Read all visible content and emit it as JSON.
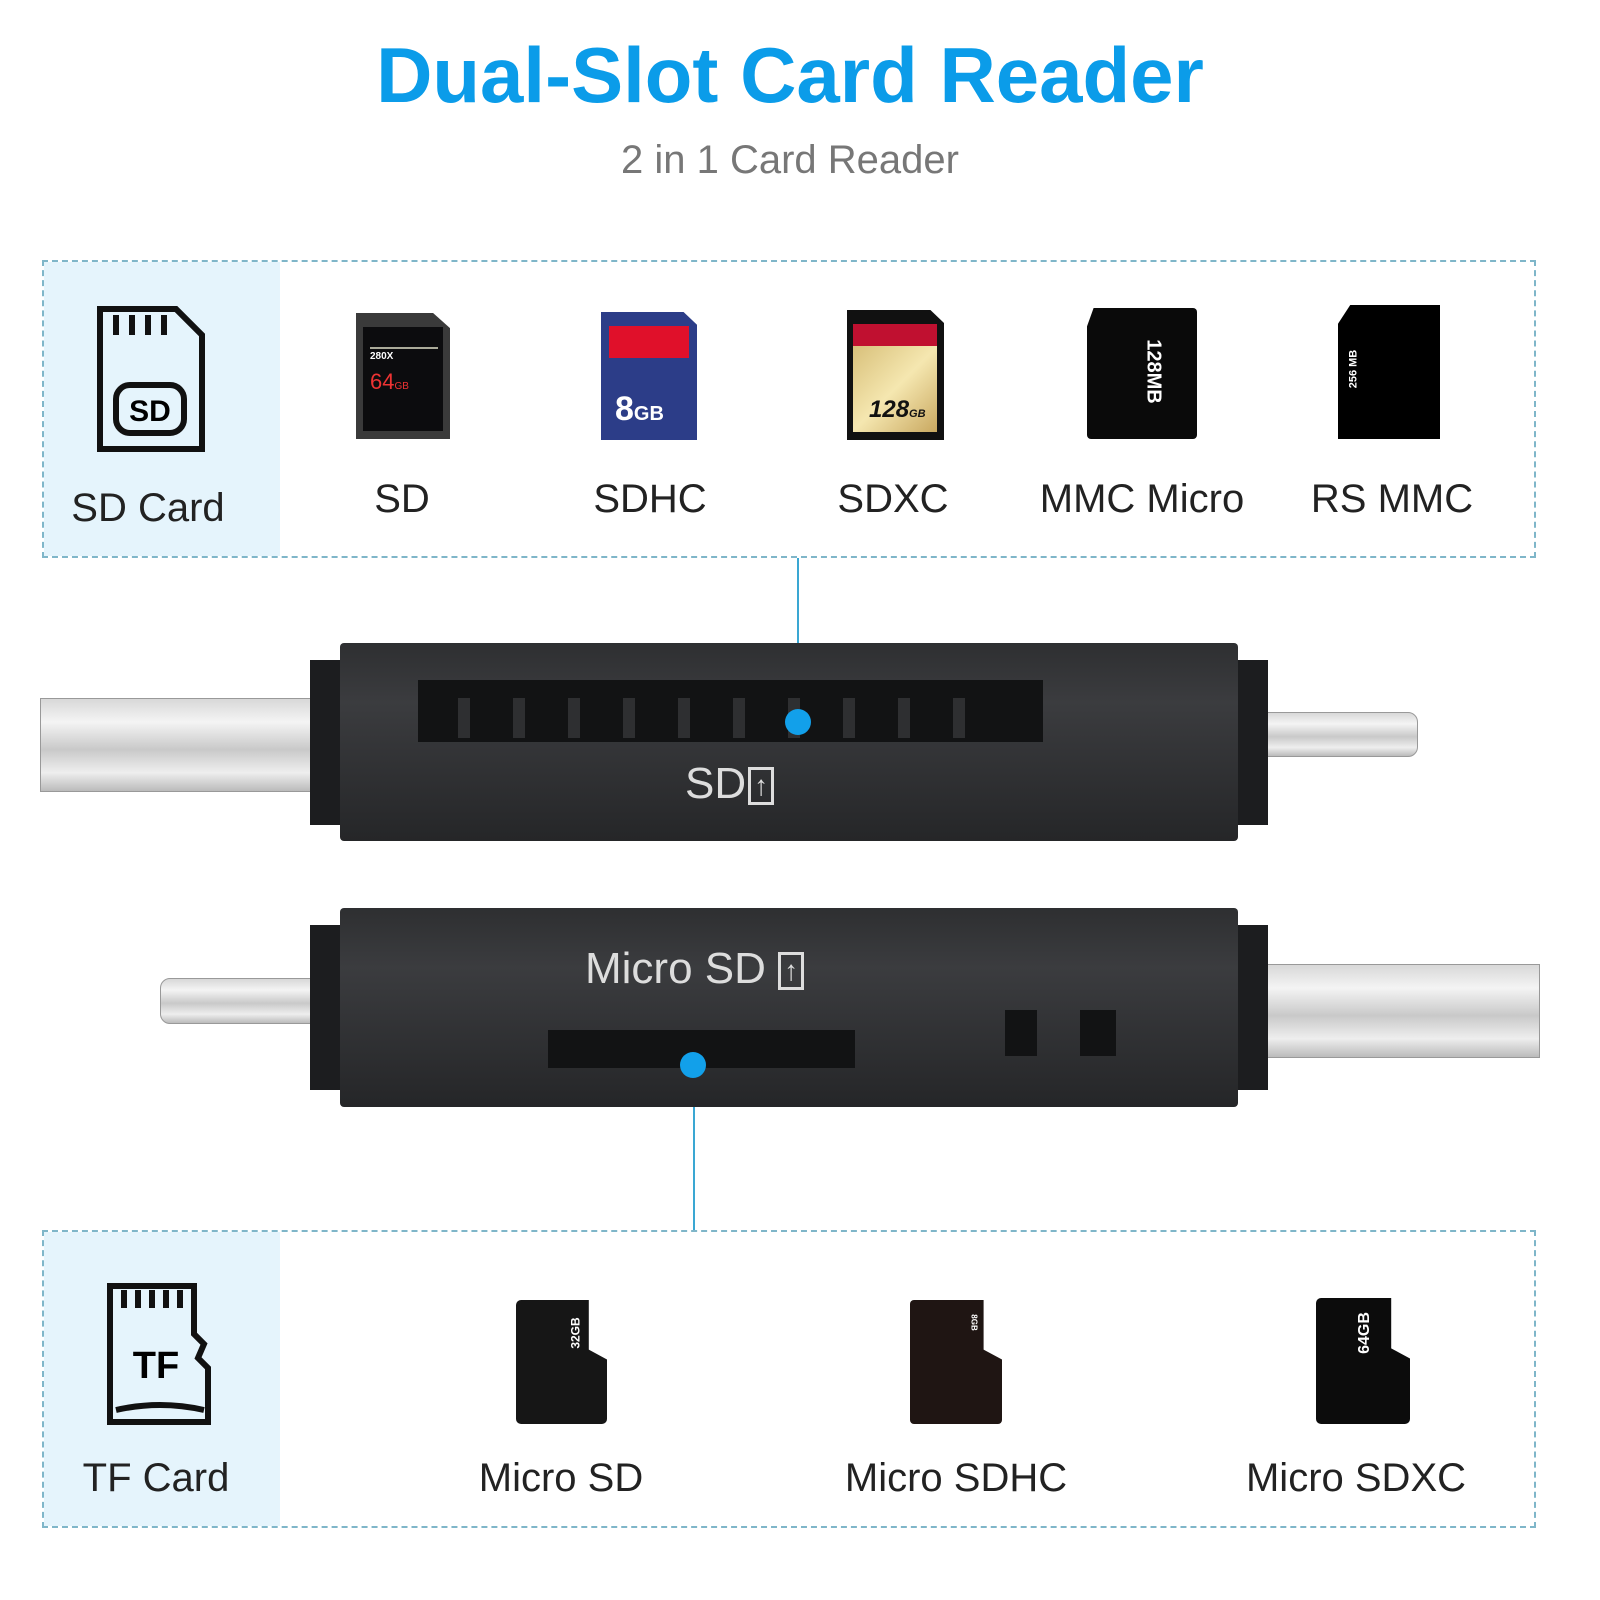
{
  "header": {
    "title": "Dual-Slot Card Reader",
    "subtitle": "2 in 1 Card Reader"
  },
  "sd_section": {
    "category_label": "SD Card",
    "category_icon_text": "SD",
    "cards": [
      {
        "label": "SD",
        "print_top": "280X",
        "print_capacity": "64",
        "print_unit": "GB"
      },
      {
        "label": "SDHC",
        "print_capacity": "8",
        "print_unit": "GB"
      },
      {
        "label": "SDXC",
        "print_capacity": "128",
        "print_unit": "GB"
      },
      {
        "label": "MMC Micro",
        "print_capacity": "128MB"
      },
      {
        "label": "RS MMC",
        "print_capacity": "256 MB"
      }
    ]
  },
  "reader": {
    "sd_slot_label": "SD",
    "micro_slot_label": "Micro SD"
  },
  "tf_section": {
    "category_label": "TF Card",
    "category_icon_text": "TF",
    "cards": [
      {
        "label": "Micro SD",
        "print_capacity": "32GB"
      },
      {
        "label": "Micro SDHC",
        "print_capacity": "8GB"
      },
      {
        "label": "Micro SDXC",
        "print_capacity": "64GB"
      }
    ]
  },
  "colors": {
    "accent": "#0b9ce9",
    "panel": "#e5f4fc"
  }
}
